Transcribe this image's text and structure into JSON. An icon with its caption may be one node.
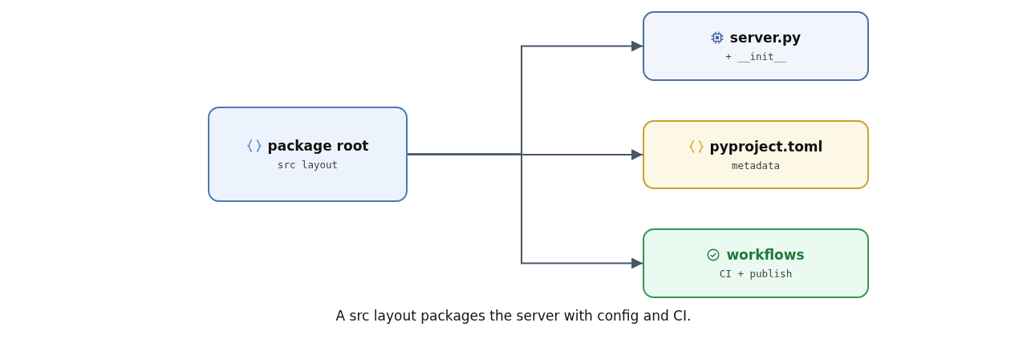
{
  "diagram": {
    "caption": "A src layout packages the server with config and CI.",
    "nodes": [
      {
        "text": [
          "package root",
          "src layout"
        ]
      },
      {
        "text": [
          "server.py",
          "+ __init__"
        ]
      },
      {
        "text": [
          "pyproject.toml",
          "metadata"
        ]
      },
      {
        "text": [
          "workflows",
          "CI + publish"
        ]
      }
    ],
    "edges": [
      {
        "from": 0,
        "to": 1,
        "arrow": "to"
      },
      {
        "from": 0,
        "to": 2,
        "arrow": "to"
      },
      {
        "from": 0,
        "to": 3,
        "arrow": "to"
      }
    ]
  }
}
